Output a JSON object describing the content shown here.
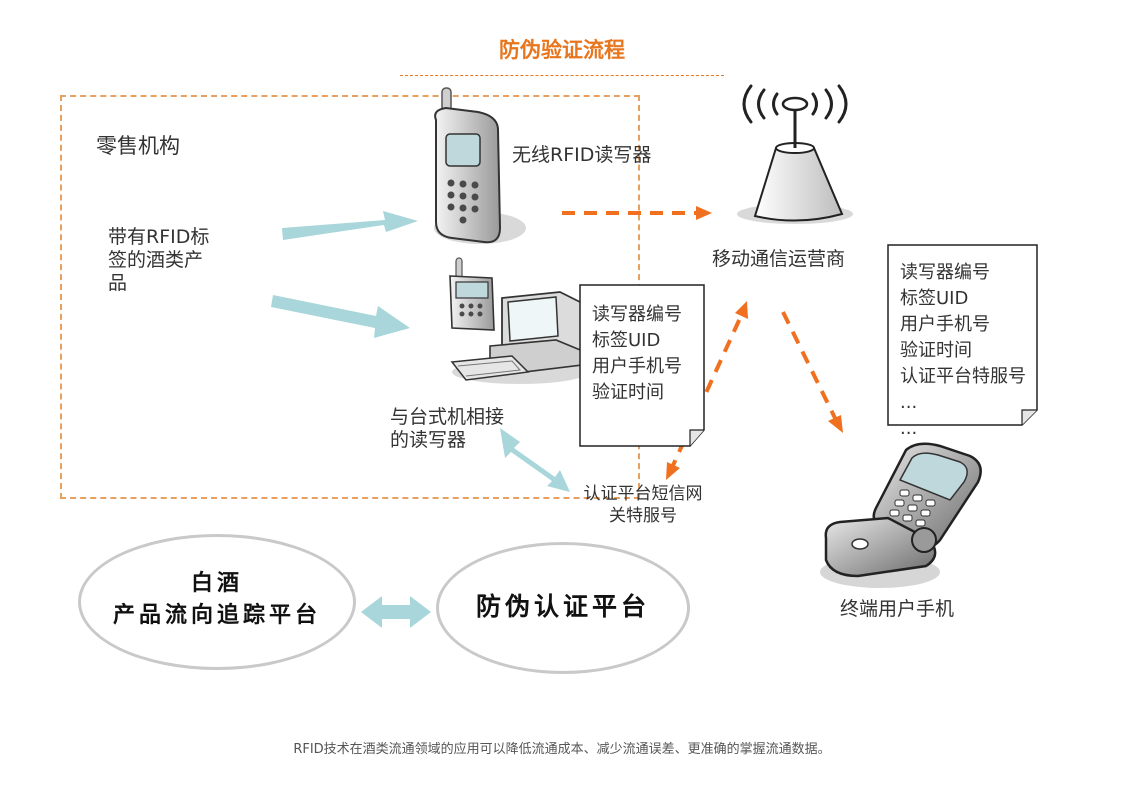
{
  "title": "防伪验证流程",
  "retail_institution": "零售机构",
  "product_label": [
    "带有RFID标",
    "签的酒类产",
    "品"
  ],
  "wireless_reader": "无线RFID读写器",
  "desktop_reader": [
    "与台式机相接",
    "的读写器"
  ],
  "mobile_operator": "移动通信运营商",
  "note_left": [
    "读写器编号",
    "标签UID",
    "用户手机号",
    "验证时间"
  ],
  "note_right": [
    "读写器编号",
    "标签UID",
    "用户手机号",
    "验证时间",
    "认证平台特服号",
    "...",
    "..."
  ],
  "gateway": [
    "认证平台短信网",
    "关特服号"
  ],
  "end_user_phone": "终端用户手机",
  "platform_liquor": [
    "白酒",
    "产品流向追踪平台"
  ],
  "platform_anticounterfeit": "防伪认证平台",
  "caption": "RFID技术在酒类流通领域的应用可以降低流通成本、减少流通误差、更准确的掌握流通数据。",
  "colors": {
    "accent_orange": "#e8761e",
    "flow_arrow": "#a8d6da",
    "dashed_arrow": "#f07020",
    "ellipse_border": "#c9c9c9"
  },
  "icons": [
    "mobile-phone-reader-icon",
    "desktop-computer-reader-icon",
    "antenna-tower-icon",
    "flip-phone-icon"
  ]
}
